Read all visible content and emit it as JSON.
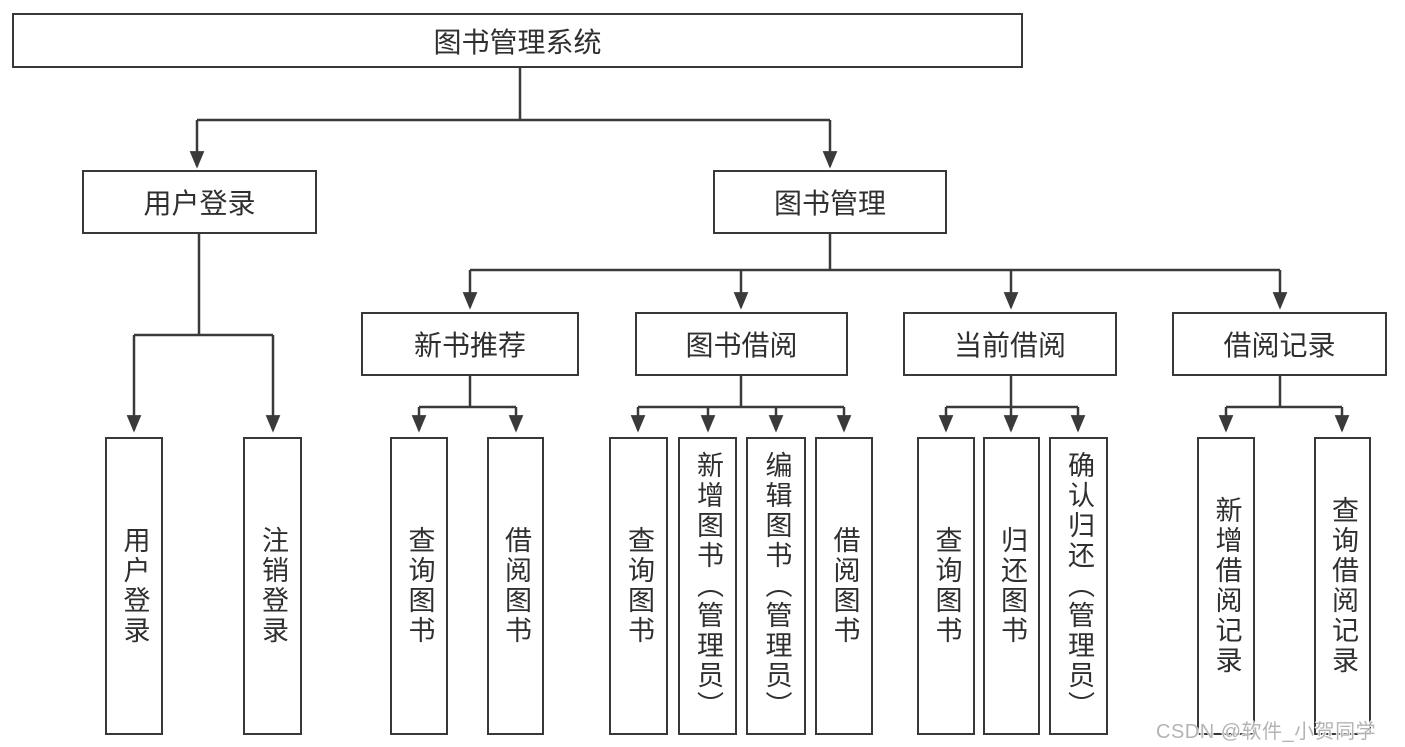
{
  "tree": {
    "root": "图书管理系统",
    "userLogin": {
      "label": "用户登录",
      "leaves": [
        "用户登录",
        "注销登录"
      ]
    },
    "bookMgmt": {
      "label": "图书管理",
      "children": [
        {
          "label": "新书推荐",
          "leaves": [
            "查询图书",
            "借阅图书"
          ]
        },
        {
          "label": "图书借阅",
          "leaves": [
            "查询图书",
            "新增图书（管理员）",
            "编辑图书（管理员）",
            "借阅图书"
          ]
        },
        {
          "label": "当前借阅",
          "leaves": [
            "查询图书",
            "归还图书",
            "确认归还（管理员）"
          ]
        },
        {
          "label": "借阅记录",
          "leaves": [
            "新增借阅记录",
            "查询借阅记录"
          ]
        }
      ]
    }
  },
  "watermark": "CSDN @软件_小贺同学",
  "colors": {
    "line": "#3a3a3a",
    "box_border": "#383838",
    "text": "#2f2f2f",
    "watermark": "#b4b4b4",
    "background": "#ffffff"
  }
}
